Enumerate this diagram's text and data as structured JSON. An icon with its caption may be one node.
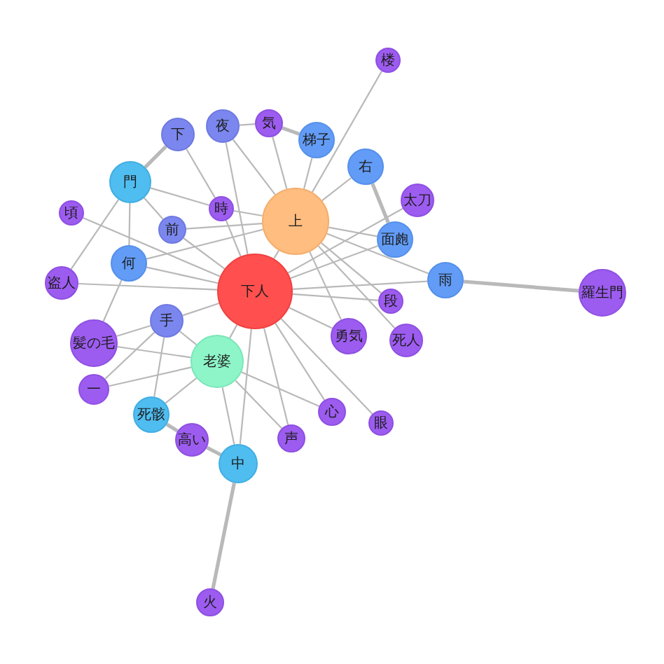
{
  "diagram": {
    "nodes": [
      {
        "text": [
          "楼"
        ]
      },
      {
        "text": [
          "気"
        ]
      },
      {
        "text": [
          "夜"
        ]
      },
      {
        "text": [
          "下"
        ]
      },
      {
        "text": [
          "梯子"
        ]
      },
      {
        "text": [
          "右"
        ]
      },
      {
        "text": [
          "門"
        ]
      },
      {
        "text": [
          "太刀"
        ]
      },
      {
        "text": [
          "頃"
        ]
      },
      {
        "text": [
          "時"
        ]
      },
      {
        "text": [
          "上"
        ]
      },
      {
        "text": [
          "前"
        ]
      },
      {
        "text": [
          "面皰"
        ]
      },
      {
        "text": [
          "何"
        ]
      },
      {
        "text": [
          "盗人"
        ]
      },
      {
        "text": [
          "雨"
        ]
      },
      {
        "text": [
          "下人"
        ]
      },
      {
        "text": [
          "羅生門"
        ]
      },
      {
        "text": [
          "段"
        ]
      },
      {
        "text": [
          "手"
        ]
      },
      {
        "text": [
          "勇気"
        ]
      },
      {
        "text": [
          "死人"
        ]
      },
      {
        "text": [
          "髪の毛"
        ]
      },
      {
        "text": [
          "老婆"
        ]
      },
      {
        "text": [
          "一"
        ]
      },
      {
        "text": [
          "心"
        ]
      },
      {
        "text": [
          "死骸"
        ]
      },
      {
        "text": [
          "眼"
        ]
      },
      {
        "text": [
          "高い"
        ]
      },
      {
        "text": [
          "声"
        ]
      },
      {
        "text": [
          "中"
        ]
      },
      {
        "text": [
          "火"
        ]
      }
    ],
    "edges": [
      {
        "from": 0,
        "to": 10,
        "arrow": "none"
      },
      {
        "from": 1,
        "to": 4,
        "arrow": "none",
        "style": "thick"
      },
      {
        "from": 2,
        "to": 1,
        "arrow": "none"
      },
      {
        "from": 1,
        "to": 10,
        "arrow": "none"
      },
      {
        "from": 2,
        "to": 10,
        "arrow": "none"
      },
      {
        "from": 2,
        "to": 16,
        "arrow": "none"
      },
      {
        "from": 3,
        "to": 6,
        "arrow": "none",
        "style": "thick"
      },
      {
        "from": 3,
        "to": 9,
        "arrow": "none"
      },
      {
        "from": 4,
        "to": 10,
        "arrow": "none"
      },
      {
        "from": 5,
        "to": 12,
        "arrow": "none",
        "style": "thick"
      },
      {
        "from": 5,
        "to": 10,
        "arrow": "none"
      },
      {
        "from": 6,
        "to": 13,
        "arrow": "none"
      },
      {
        "from": 6,
        "to": 14,
        "arrow": "none"
      },
      {
        "from": 6,
        "to": 11,
        "arrow": "none"
      },
      {
        "from": 6,
        "to": 9,
        "arrow": "none"
      },
      {
        "from": 7,
        "to": 16,
        "arrow": "none"
      },
      {
        "from": 8,
        "to": 16,
        "arrow": "none"
      },
      {
        "from": 9,
        "to": 10,
        "arrow": "none"
      },
      {
        "from": 9,
        "to": 16,
        "arrow": "none"
      },
      {
        "from": 11,
        "to": 10,
        "arrow": "none"
      },
      {
        "from": 11,
        "to": 16,
        "arrow": "none"
      },
      {
        "from": 10,
        "to": 12,
        "arrow": "none"
      },
      {
        "from": 10,
        "to": 15,
        "arrow": "none"
      },
      {
        "from": 10,
        "to": 16,
        "arrow": "none"
      },
      {
        "from": 10,
        "to": 18,
        "arrow": "none"
      },
      {
        "from": 10,
        "to": 20,
        "arrow": "none"
      },
      {
        "from": 10,
        "to": 21,
        "arrow": "none"
      },
      {
        "from": 12,
        "to": 16,
        "arrow": "none"
      },
      {
        "from": 13,
        "to": 10,
        "arrow": "none"
      },
      {
        "from": 13,
        "to": 16,
        "arrow": "none"
      },
      {
        "from": 13,
        "to": 22,
        "arrow": "none"
      },
      {
        "from": 14,
        "to": 16,
        "arrow": "none"
      },
      {
        "from": 15,
        "to": 17,
        "arrow": "none",
        "style": "thick"
      },
      {
        "from": 15,
        "to": 16,
        "arrow": "none"
      },
      {
        "from": 18,
        "to": 16,
        "arrow": "none"
      },
      {
        "from": 19,
        "to": 16,
        "arrow": "none"
      },
      {
        "from": 19,
        "to": 23,
        "arrow": "none"
      },
      {
        "from": 19,
        "to": 26,
        "arrow": "none"
      },
      {
        "from": 19,
        "to": 24,
        "arrow": "none"
      },
      {
        "from": 22,
        "to": 19,
        "arrow": "none"
      },
      {
        "from": 22,
        "to": 23,
        "arrow": "none"
      },
      {
        "from": 20,
        "to": 16,
        "arrow": "none"
      },
      {
        "from": 23,
        "to": 16,
        "arrow": "none"
      },
      {
        "from": 23,
        "to": 26,
        "arrow": "none"
      },
      {
        "from": 23,
        "to": 30,
        "arrow": "none"
      },
      {
        "from": 23,
        "to": 25,
        "arrow": "none"
      },
      {
        "from": 23,
        "to": 29,
        "arrow": "none"
      },
      {
        "from": 24,
        "to": 23,
        "arrow": "none"
      },
      {
        "from": 25,
        "to": 16,
        "arrow": "none"
      },
      {
        "from": 27,
        "to": 16,
        "arrow": "none"
      },
      {
        "from": 29,
        "to": 16,
        "arrow": "none"
      },
      {
        "from": 30,
        "to": 16,
        "arrow": "none"
      },
      {
        "from": 30,
        "to": 31,
        "arrow": "none",
        "style": "thick"
      },
      {
        "from": 26,
        "to": 28,
        "arrow": "none",
        "style": "thick"
      },
      {
        "from": 28,
        "to": 30,
        "arrow": "none",
        "style": "thick"
      }
    ]
  }
}
